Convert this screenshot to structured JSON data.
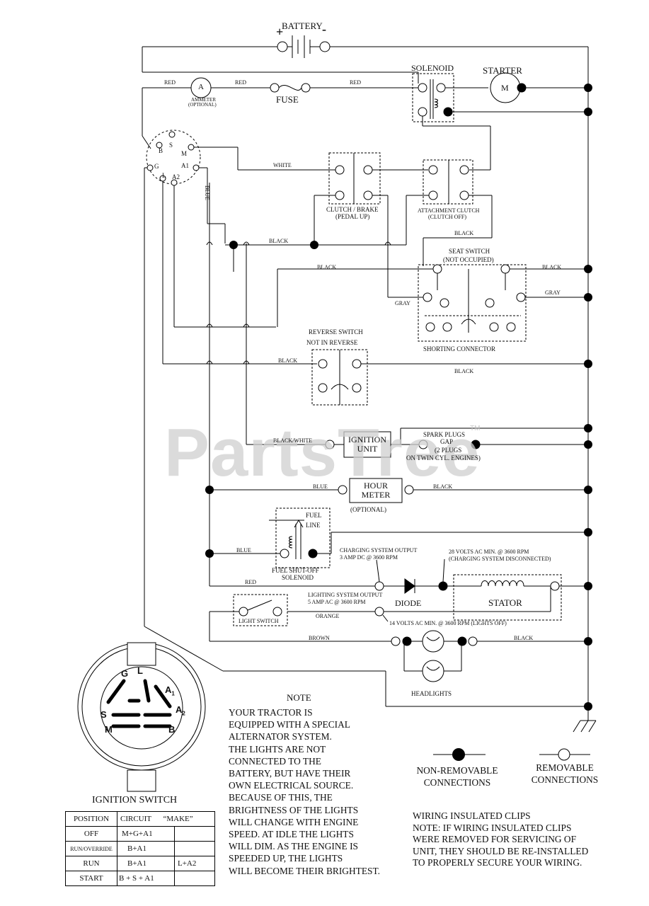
{
  "watermark": {
    "text": "PartsTree",
    "tm": "TM"
  },
  "labels": {
    "battery": "BATTERY",
    "plus": "+",
    "minus": "-",
    "solenoid": "SOLENOID",
    "starter": "STARTER",
    "starter_m": "M",
    "ammeter_a": "A",
    "ammeter": "AMMETER",
    "ammeter_optional": "(OPTIONAL)",
    "fuse": "FUSE",
    "red1": "RED",
    "red2": "RED",
    "red3": "RED",
    "red4": "RED",
    "white": "WHITE",
    "blue_vertical": "BLUE",
    "black1": "BLACK",
    "black2": "BLACK",
    "black3": "BLACK",
    "black4": "BLACK",
    "black5": "BLACK",
    "black6": "BLACK",
    "black7": "BLACK",
    "black8": "BLACK",
    "gray1": "GRAY",
    "gray2": "GRAY",
    "blue1": "BLUE",
    "blue2": "BLUE",
    "orange": "ORANGE",
    "brown": "BROWN",
    "black_white": "BLACK/WHITE",
    "clutch_brake": "CLUTCH / BRAKE",
    "pedal_up": "(PEDAL UP)",
    "attachment_clutch": "ATTACHMENT CLUTCH",
    "clutch_off": "(CLUTCH OFF)",
    "seat_switch": "SEAT SWITCH",
    "not_occupied": "(NOT OCCUPIED)",
    "shorting_connector": "SHORTING CONNECTOR",
    "reverse_switch": "REVERSE SWITCH",
    "not_in_reverse": "NOT IN REVERSE",
    "ignition_unit_1": "IGNITION",
    "ignition_unit_2": "UNIT",
    "spark_plugs": "SPARK PLUGS",
    "gap": "GAP",
    "two_plugs": "(2 PLUGS",
    "twin_cyl": "ON TWIN CYL. ENGINES)",
    "hour_meter_1": "HOUR",
    "hour_meter_2": "METER",
    "optional": "(OPTIONAL)",
    "fuel_line_1": "FUEL",
    "fuel_line_2": "LINE",
    "fuel_shutoff_1": "FUEL SHUT-OFF",
    "fuel_shutoff_2": "SOLENOID",
    "charging_output_1": "CHARGING SYSTEM OUTPUT",
    "charging_output_2": "3 AMP DC @ 3600 RPM",
    "volts28_1": "28 VOLTS AC MIN. @ 3600 RPM",
    "volts28_2": "(CHARGING SYSTEM DISCONNECTED)",
    "lighting_output_1": "LIGHTING SYSTEM OUTPUT",
    "lighting_output_2": "5 AMP AC @ 3600 RPM",
    "diode": "DIODE",
    "stator": "STATOR",
    "light_switch": "LIGHT SWITCH",
    "volts14": "14 VOLTS AC MIN. @ 3600 RPM (LIGHTS OFF)",
    "headlights": "HEADLIGHTS",
    "term_b": "B",
    "term_s": "S",
    "term_m": "M",
    "term_g": "G",
    "term_l": "L",
    "term_a1": "A1",
    "term_a2": "A2",
    "ignition_switch": "IGNITION SWITCH",
    "sw_g": "G",
    "sw_l": "L",
    "sw_a1": "A",
    "sw_a1_sub": "1",
    "sw_a2": "A",
    "sw_a2_sub": "2",
    "sw_s": "S",
    "sw_m": "M",
    "sw_b": "B"
  },
  "note": {
    "title": "NOTE",
    "body": "YOUR TRACTOR IS\nEQUIPPED WITH A SPECIAL\nALTERNATOR SYSTEM.\nTHE LIGHTS ARE NOT\nCONNECTED TO THE\nBATTERY, BUT HAVE THEIR\nOWN ELECTRICAL SOURCE.\nBECAUSE OF THIS, THE\nBRIGHTNESS OF THE LIGHTS\nWILL CHANGE WITH ENGINE\nSPEED.  AT IDLE THE LIGHTS\nWILL DIM.  AS THE ENGINE IS\nSPEEDED UP, THE LIGHTS\nWILL BECOME THEIR BRIGHTEST."
  },
  "legend": {
    "non_removable": "NON-REMOVABLE\nCONNECTIONS",
    "removable": "REMOVABLE\nCONNECTIONS"
  },
  "clips_note": "WIRING INSULATED CLIPS\nNOTE:  IF WIRING INSULATED CLIPS\nWERE REMOVED FOR SERVICING OF\nUNIT, THEY SHOULD BE RE-INSTALLED\nTO PROPERLY SECURE YOUR WIRING.",
  "position_table": {
    "headers": {
      "position": "POSITION",
      "circuit": "CIRCUIT",
      "make": "“MAKE”"
    },
    "rows": [
      {
        "position": "OFF",
        "circuit": "M+G+A1",
        "extra": ""
      },
      {
        "position": "RUN/OVERRIDE",
        "circuit": "B+A1",
        "extra": ""
      },
      {
        "position": "RUN",
        "circuit": "B+A1",
        "extra": "L+A2"
      },
      {
        "position": "START",
        "circuit": "B + S + A1",
        "extra": ""
      }
    ]
  }
}
